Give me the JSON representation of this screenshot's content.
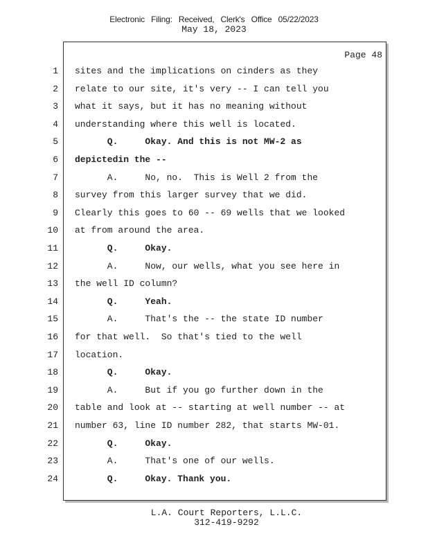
{
  "header": {
    "filing_stamp": "Electronic   Filing:  Received,   Clerk's  Office  05/22/2023",
    "date": "May 18, 2023"
  },
  "page": {
    "label": "Page 48"
  },
  "lines": [
    {
      "num": "1",
      "text": "sites and the implications on cinders as they",
      "q": false
    },
    {
      "num": "2",
      "text": "relate to our site, it's very -- I can tell you",
      "q": false
    },
    {
      "num": "3",
      "text": "what it says, but it has no meaning without",
      "q": false
    },
    {
      "num": "4",
      "text": "understanding where this well is located.",
      "q": false
    },
    {
      "num": "5",
      "text": "      Q.     Okay. And this is not MW-2 as",
      "q": true
    },
    {
      "num": "6",
      "text": "depictedin the --",
      "q": true
    },
    {
      "num": "7",
      "text": "      A.     No, no.  This is Well 2 from the",
      "q": false
    },
    {
      "num": "8",
      "text": "survey from this larger survey that we did.",
      "q": false
    },
    {
      "num": "9",
      "text": "Clearly this goes to 60 -- 69 wells that we looked",
      "q": false
    },
    {
      "num": "10",
      "text": "at from around the area.",
      "q": false
    },
    {
      "num": "11",
      "text": "      Q.     Okay.",
      "q": true
    },
    {
      "num": "12",
      "text": "      A.     Now, our wells, what you see here in",
      "q": false
    },
    {
      "num": "13",
      "text": "the well ID column?",
      "q": false
    },
    {
      "num": "14",
      "text": "      Q.     Yeah.",
      "q": true
    },
    {
      "num": "15",
      "text": "      A.     That's the -- the state ID number",
      "q": false
    },
    {
      "num": "16",
      "text": "for that well.  So that's tied to the well",
      "q": false
    },
    {
      "num": "17",
      "text": "location.",
      "q": false
    },
    {
      "num": "18",
      "text": "      Q.     Okay.",
      "q": true
    },
    {
      "num": "19",
      "text": "      A.     But if you go further down in the",
      "q": false
    },
    {
      "num": "20",
      "text": "table and look at -- starting at well number -- at",
      "q": false
    },
    {
      "num": "21",
      "text": "number 63, line ID number 282, that starts MW-01.",
      "q": false
    },
    {
      "num": "22",
      "text": "      Q.     Okay.",
      "q": true
    },
    {
      "num": "23",
      "text": "      A.     That's one of our wells.",
      "q": false
    },
    {
      "num": "24",
      "text": "      Q.     Okay. Thank you.",
      "q": true
    }
  ],
  "footer": {
    "company": "L.A. Court Reporters, L.L.C.",
    "phone": "312-419-9292"
  }
}
